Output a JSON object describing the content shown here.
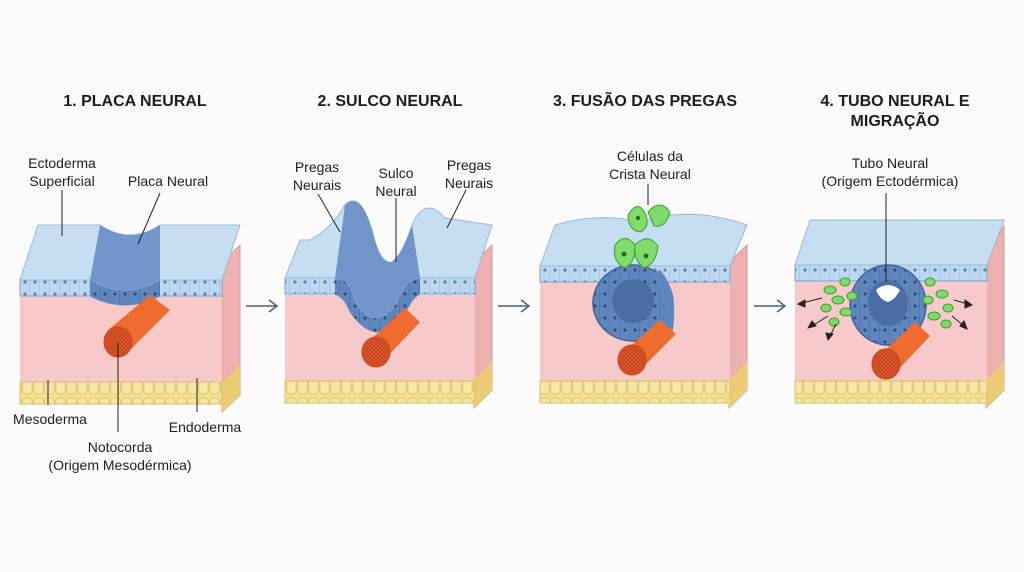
{
  "stages": [
    {
      "title": "1. PLACA NEURAL"
    },
    {
      "title": "2. SULCO NEURAL"
    },
    {
      "title": "3. FUSÃO DAS PREGAS"
    },
    {
      "title": "4. TUBO NEURAL E",
      "title2": "MIGRAÇÃO"
    }
  ],
  "labels": {
    "ectoderma_1": "Ectoderma",
    "ectoderma_2": "Superficial",
    "placa_neural": "Placa Neural",
    "mesoderma": "Mesoderma",
    "endoderma": "Endoderma",
    "notocorda_1": "Notocorda",
    "notocorda_2": "(Origem Mesodérmica)",
    "pregas_left_1": "Pregas",
    "pregas_left_2": "Neurais",
    "sulco_1": "Sulco",
    "sulco_2": "Neural",
    "pregas_right_1": "Pregas",
    "pregas_right_2": "Neurais",
    "crista_1": "Células da",
    "crista_2": "Crista Neural",
    "tubo_1": "Tubo Neural",
    "tubo_2": "(Origem Ectodérmica)"
  },
  "colors": {
    "ectoderm": "#bcd7ee",
    "ectoderm_top": "#cde2f3",
    "neural": "#6f95c9",
    "neural_dark": "#45689f",
    "mesoderm": "#f7c9c9",
    "mesoderm_side": "#efb3b3",
    "endoderm": "#f4e08f",
    "notochord": "#ef6b2e",
    "crest": "#7fdc6a",
    "arrow": "#4a6174"
  }
}
